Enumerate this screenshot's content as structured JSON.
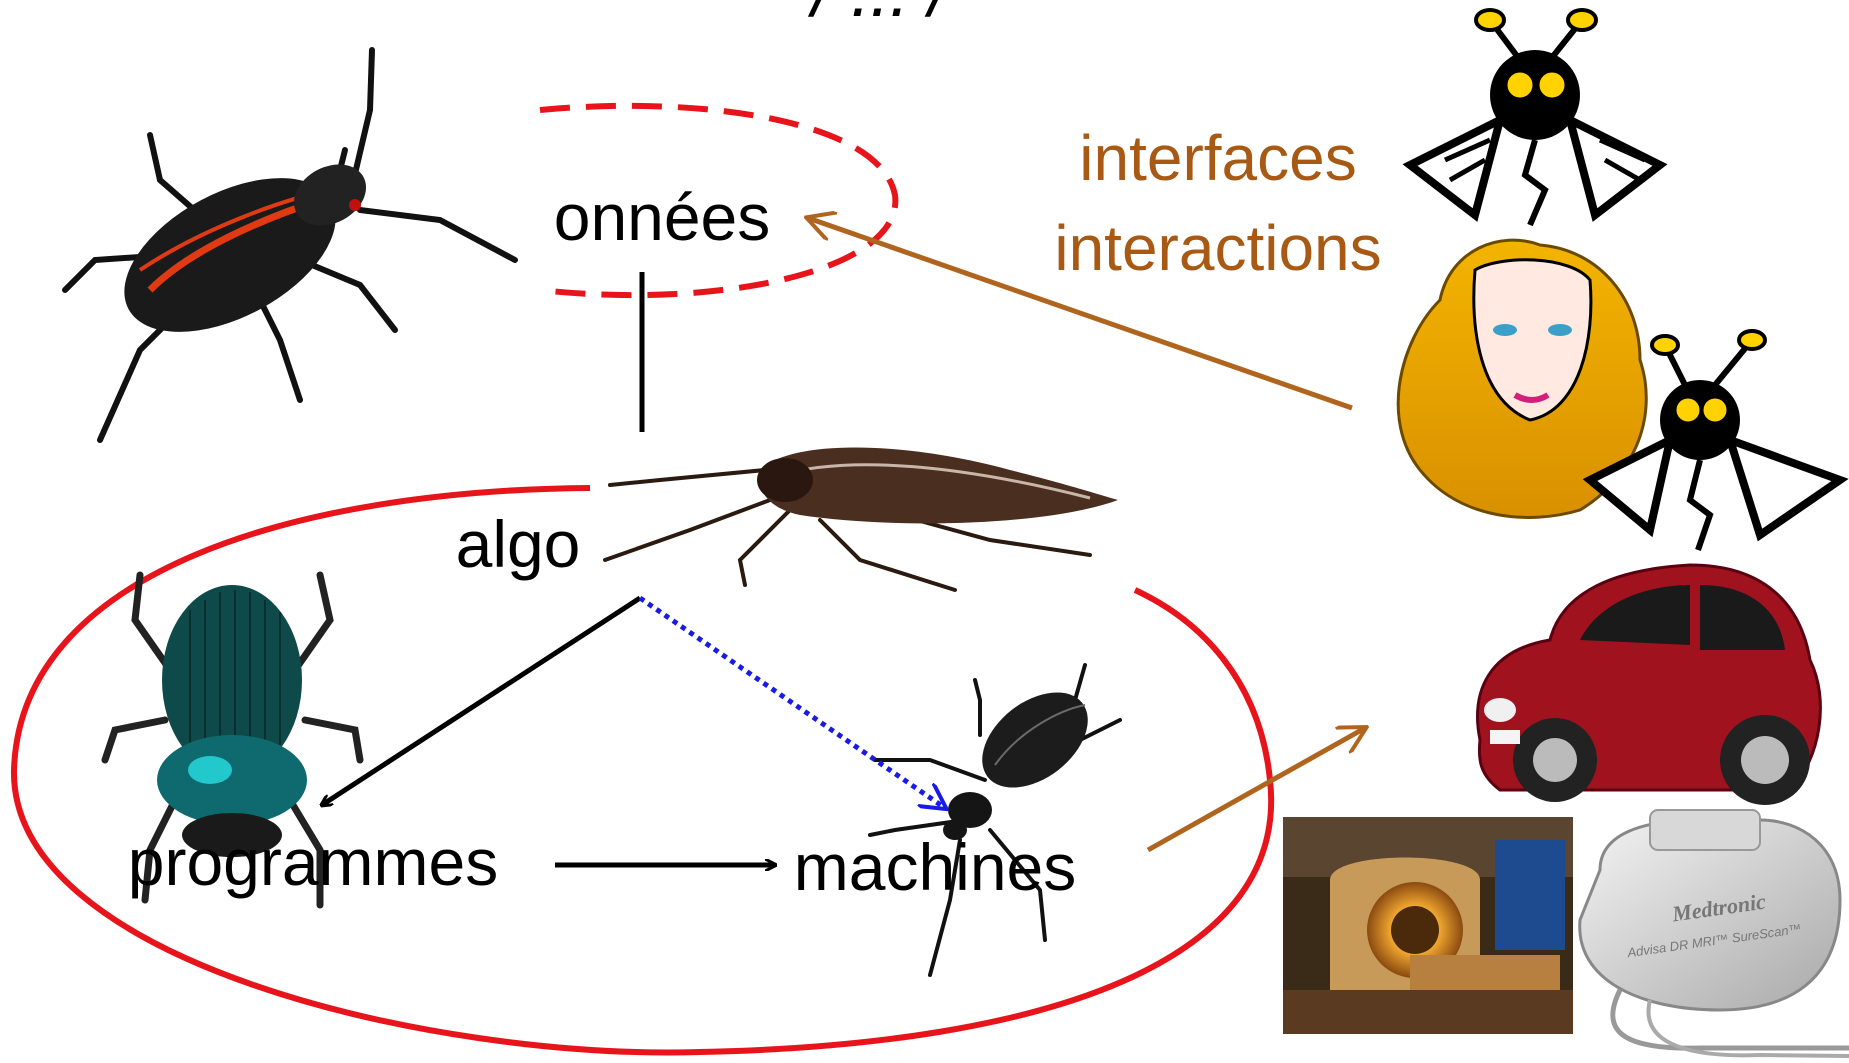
{
  "title_fragment": "/ ... /",
  "nodes": {
    "donnees": "onnées",
    "algo": "algo",
    "programmes": "programmes",
    "machines": "machines"
  },
  "side_labels": {
    "line1": "interfaces",
    "line2": "interactions"
  },
  "pacemaker": {
    "brand": "Medtronic",
    "model": "Advisa DR MRI™ SureScan™"
  },
  "colors": {
    "red_outline": "#e8141b",
    "brown_arrow": "#b0651e",
    "blue_dotted": "#1a1ae6",
    "label_text": "#000000",
    "interfaces_text": "#a85a14"
  },
  "icons": [
    "boxelder-bug",
    "cockroach",
    "dung-beetle",
    "ground-beetle",
    "clipart-bug",
    "woman-face",
    "red-car",
    "mri-scanner",
    "pacemaker"
  ]
}
